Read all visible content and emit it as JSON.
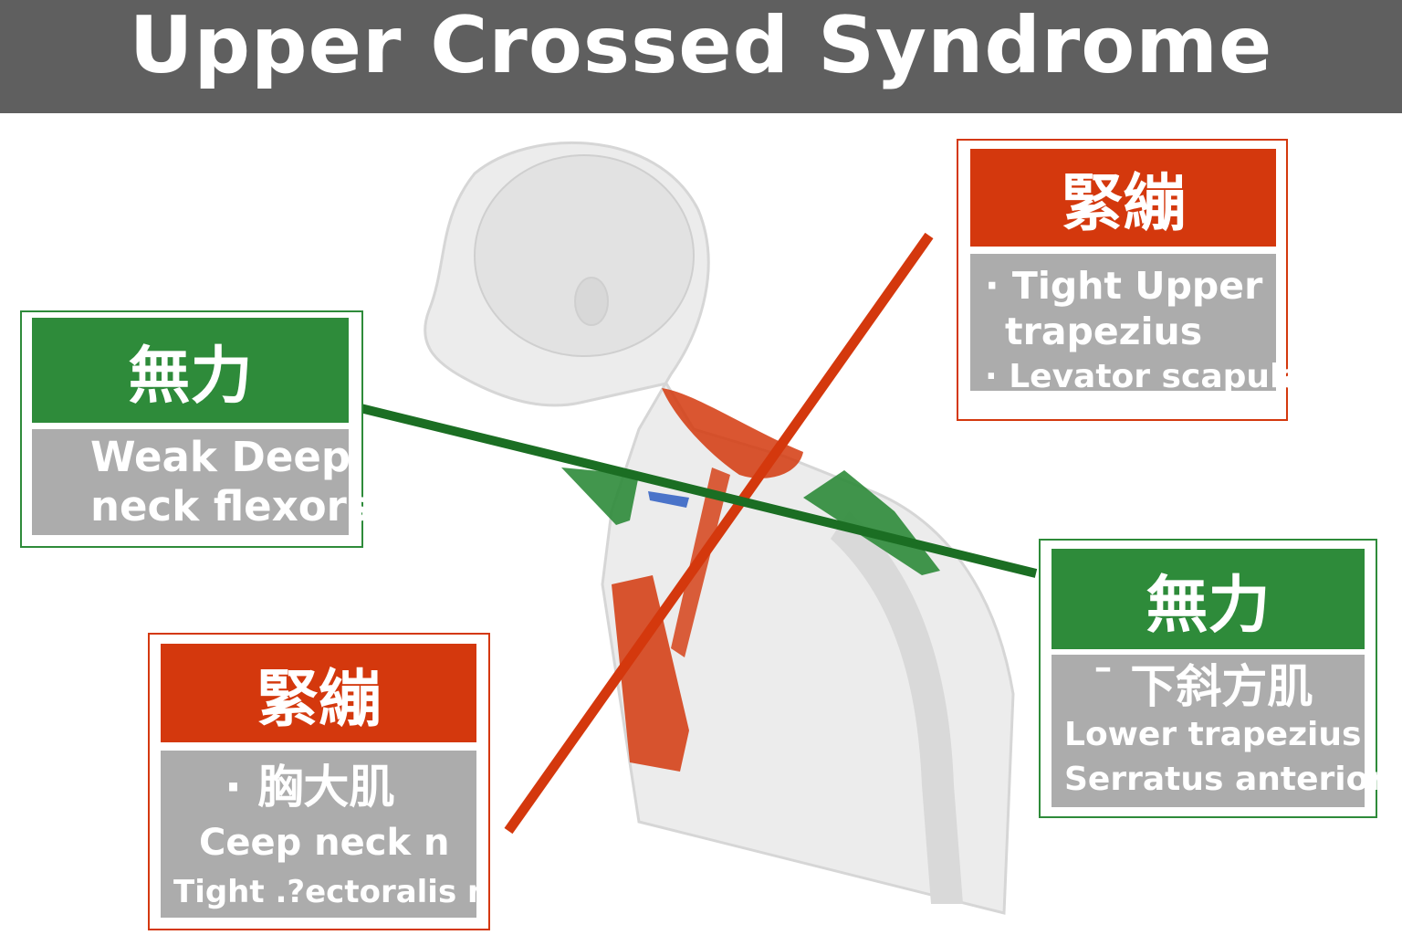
{
  "title": "Upper Crossed Syndrome",
  "colors": {
    "tight": "#d4380d",
    "weak": "#2e8b3a",
    "header": "#5f5f5f",
    "panel": "#acacac"
  },
  "boxes": {
    "top_right": {
      "heading": "緊繃",
      "lines": [
        "· Tight Upper",
        "trapezius",
        "· Levator scapulae"
      ]
    },
    "left": {
      "heading": "無力",
      "lines": [
        "Weak Deep",
        "neck flexors"
      ]
    },
    "right": {
      "heading": "無力",
      "lines": [
        "ˉ 下斜方肌",
        "Lower trapezius",
        "Serratus anterior"
      ]
    },
    "bottom_left": {
      "heading": "緊繃",
      "lines": [
        "· 胸大肌",
        "Ceep neck n",
        "Tight .?ectoralis major"
      ]
    }
  }
}
